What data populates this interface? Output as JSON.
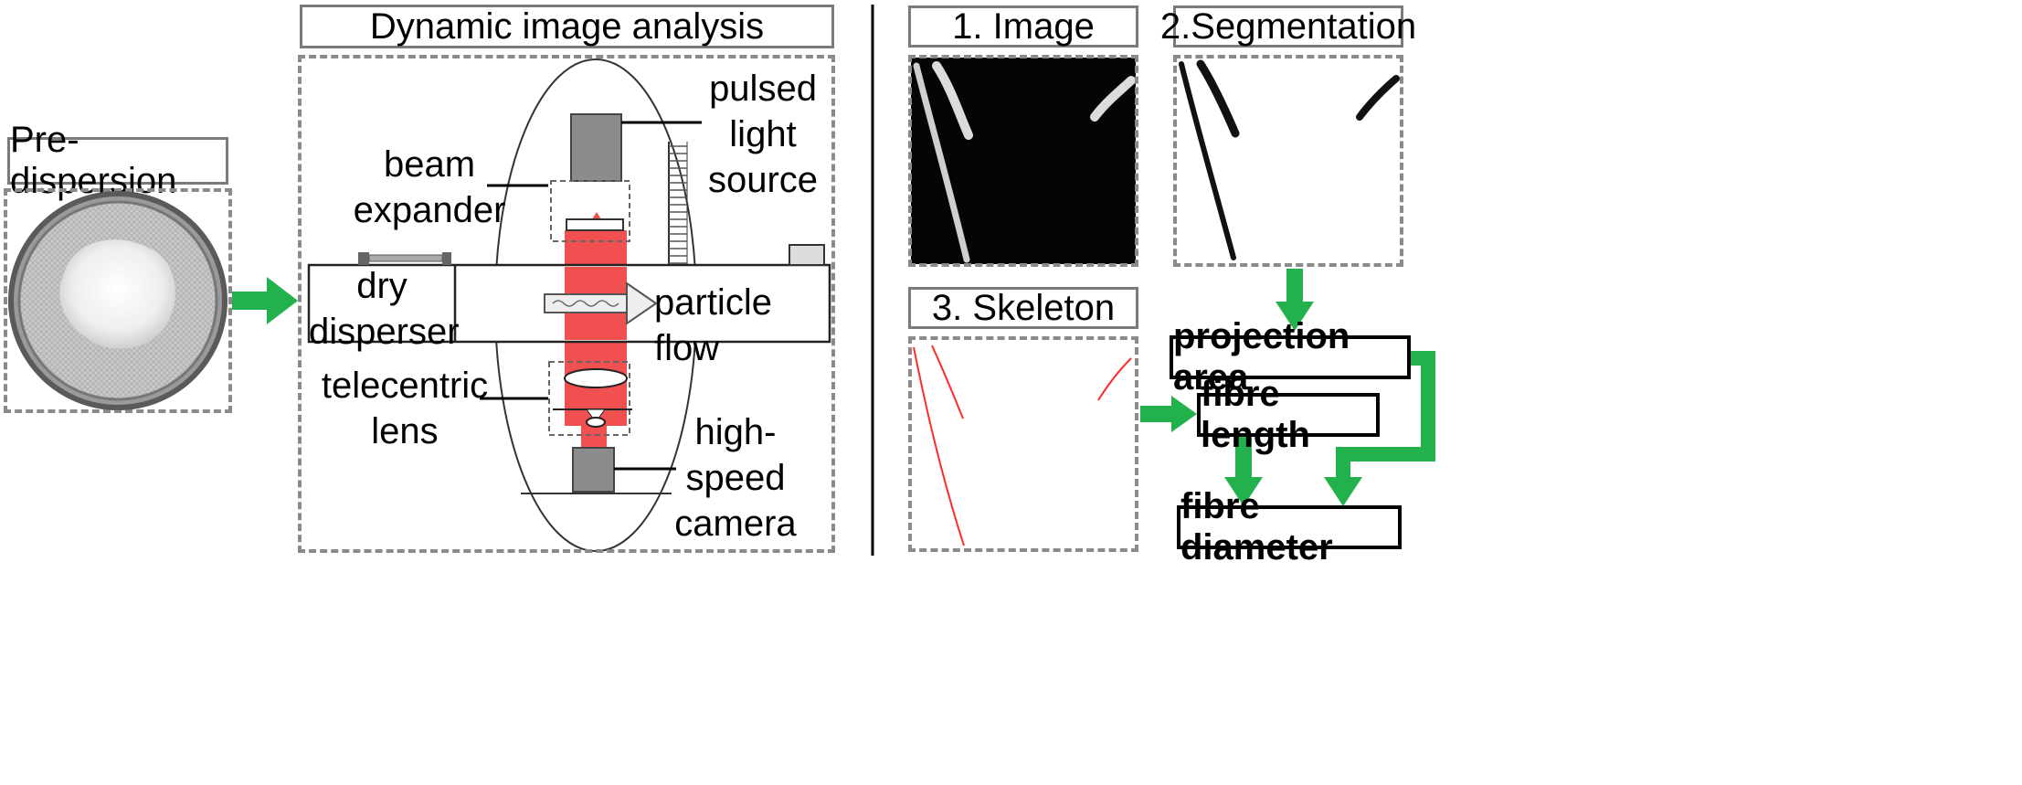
{
  "pre_dispersion": {
    "title": "Pre-dispersion"
  },
  "dia": {
    "title": "Dynamic image analysis",
    "labels": {
      "pulsed_light_source": "pulsed\nlight\nsource",
      "beam_expander": "beam\nexpander",
      "dry_disperser": "dry\ndisperser",
      "particle_flow": "particle flow",
      "telecentric_lens": "telecentric\nlens",
      "high_speed_camera": "high-\nspeed\ncamera"
    }
  },
  "processing": {
    "image_title": "1. Image",
    "segmentation_title": "2.Segmentation",
    "skeleton_title": "3. Skeleton",
    "projection_area": "projection area",
    "fibre_length": "fibre length",
    "fibre_diameter": "fibre diameter"
  },
  "colors": {
    "arrow_green": "#22b14c",
    "beam_red": "#f05050",
    "skeleton_red": "#ff2b2b",
    "component_gray": "#8c8c8c"
  }
}
